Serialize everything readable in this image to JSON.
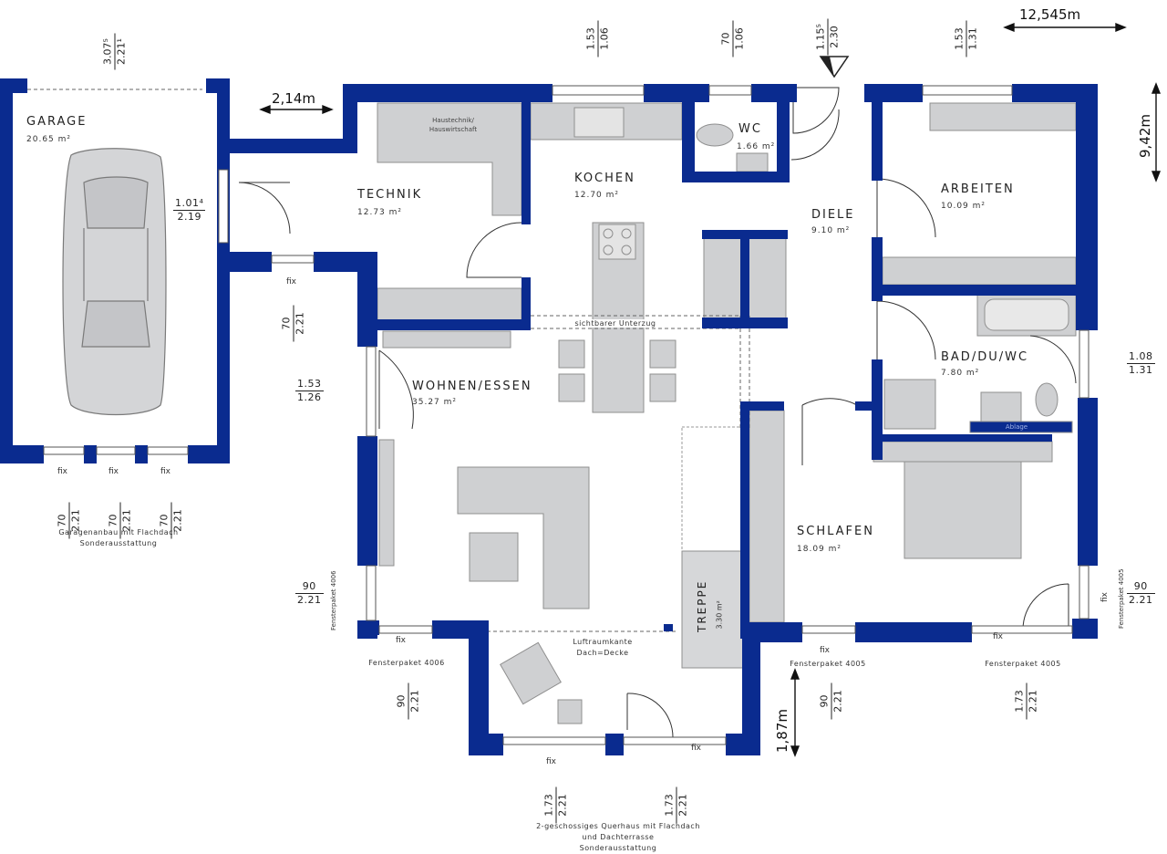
{
  "rooms": {
    "garage": {
      "name": "GARAGE",
      "area": "20.65 m²"
    },
    "technik": {
      "name": "TECHNIK",
      "area": "12.73 m²"
    },
    "kochen": {
      "name": "KOCHEN",
      "area": "12.70 m²"
    },
    "wc": {
      "name": "WC",
      "area": "1.66 m²"
    },
    "diele": {
      "name": "DIELE",
      "area": "9.10 m²"
    },
    "arbeiten": {
      "name": "ARBEITEN",
      "area": "10.09 m²"
    },
    "bad": {
      "name": "BAD/DU/WC",
      "area": "7.80 m²"
    },
    "wohnen": {
      "name": "WOHNEN/ESSEN",
      "area": "35.27 m²"
    },
    "schlafen": {
      "name": "SCHLAFEN",
      "area": "18.09 m²"
    },
    "treppe": {
      "name": "TREPPE",
      "area": "3.30 m²"
    }
  },
  "labels": {
    "haustechnik": "Haustechnik/",
    "hauswirtschaft": "Hauswirtschaft",
    "unterzug": "sichtbarer Unterzug",
    "luftraum1": "Luftraumkante",
    "luftraum2": "Dach=Decke",
    "garagenanbau1": "Garagenanbau mit Flachdach",
    "garagenanbau2": "Sonderausstattung",
    "querhaus1": "2-geschossiges Querhaus mit Flachdach",
    "querhaus2": "und Dachterrasse",
    "querhaus3": "Sonderausstattung",
    "fp4006_bottom": "Fensterpaket 4006",
    "fp4006_side": "Fensterpaket 4006",
    "fp4005_bottom": "Fensterpaket 4005",
    "fp4005_right": "Fensterpaket 4005",
    "fp4005_side": "Fensterpaket 4005",
    "abluefter": "Ablage",
    "fix": "fix"
  },
  "dimensions": {
    "total_width": "12,545m",
    "total_depth": "9,42m",
    "garage_offset": "2,14m",
    "querhaus_depth": "1,87m"
  },
  "window_fractions": {
    "garage_top": {
      "top": "3.07⁵",
      "bot": "2.21¹"
    },
    "kitchen_top": {
      "top": "1.53",
      "bot": "1.06"
    },
    "wc_top": {
      "top": "70",
      "bot": "1.06"
    },
    "door_top": {
      "top": "1.15⁵",
      "bot": "2.30"
    },
    "arbeiten_top": {
      "top": "1.53",
      "bot": "1.31"
    },
    "garage_side": {
      "top": "1.01⁴",
      "bot": "2.19"
    },
    "technik_fix": {
      "top": "70",
      "bot": "2.21"
    },
    "wohnen_left": {
      "top": "1.53",
      "bot": "1.26"
    },
    "bad_right": {
      "top": "1.08",
      "bot": "1.31"
    },
    "wohnen_lower_left": {
      "top": "90",
      "bot": "2.21"
    },
    "schlafen_right": {
      "top": "90",
      "bot": "2.21"
    },
    "garage_bottom_1": {
      "top": "70",
      "bot": "2.21"
    },
    "garage_bottom_2": {
      "top": "70",
      "bot": "2.21"
    },
    "garage_bottom_3": {
      "top": "70",
      "bot": "2.21"
    },
    "wohnen_bottom": {
      "top": "90",
      "bot": "2.21"
    },
    "schlafen_bottom_1": {
      "top": "90",
      "bot": "2.21"
    },
    "schlafen_bottom_2": {
      "top": "1.73",
      "bot": "2.21"
    },
    "querhaus_bottom_1": {
      "top": "1.73",
      "bot": "2.21"
    },
    "querhaus_bottom_2": {
      "top": "1.73",
      "bot": "2.21"
    }
  },
  "colors": {
    "wall": "#0a2b8f",
    "furniture": "#cfd0d2",
    "furniture_stroke": "#8a8a8a",
    "line": "#333333"
  }
}
